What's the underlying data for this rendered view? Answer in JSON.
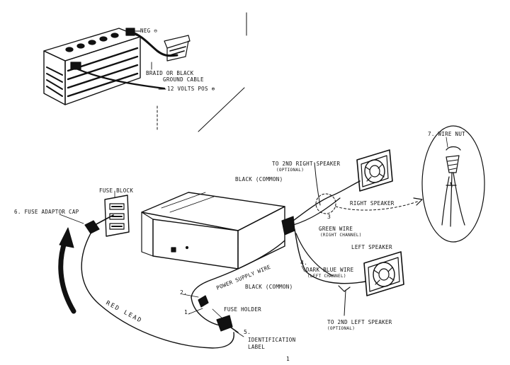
{
  "labels": {
    "neg": "NEG ⊖",
    "braid": "BRAID OR BLACK",
    "ground_cable": "GROUND CABLE",
    "pos": "12 VOLTS POS ⊕",
    "wire_nut": "7. WIRE NUT",
    "to_2nd_right": "TO 2ND RIGHT SPEAKER",
    "optional_1": "(OPTIONAL)",
    "black_common_1": "BLACK (COMMON)",
    "fuse_block": "FUSE BLOCK",
    "fuse_adaptor": "6. FUSE ADAPTOR CAP",
    "right_speaker": "RIGHT SPEAKER",
    "num_3": "3",
    "green_wire": "GREEN WIRE",
    "right_channel": "(RIGHT CHANNEL)",
    "left_speaker": "LEFT SPEAKER",
    "num_4": "4.",
    "dark_blue": "DARK BLUE WIRE",
    "left_channel": "(LEFT CHANNEL)",
    "power_supply": "POWER SUPPLY WIRE",
    "black_common_2": "BLACK (COMMON)",
    "num_2": "2.",
    "num_1": "1.",
    "fuse_holder": "FUSE HOLDER",
    "red_lead": "RED LEAD",
    "num_5": "5.",
    "identification": "IDENTIFICATION",
    "label_word": "LABEL",
    "to_2nd_left": "TO 2ND LEFT SPEAKER",
    "optional_2": "(OPTIONAL)",
    "page_number": "1"
  },
  "colors": {
    "ink": "#111111",
    "paper": "#ffffff"
  }
}
